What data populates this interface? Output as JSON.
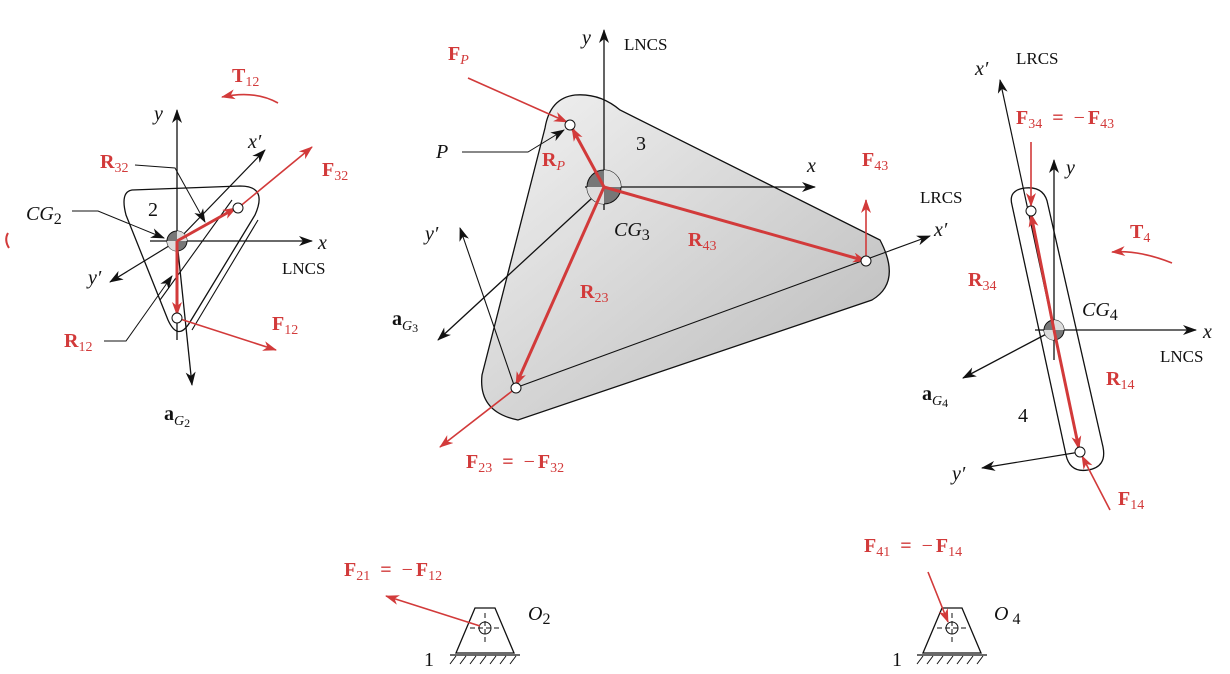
{
  "colors": {
    "force": "#d23a3a",
    "line": "#111111",
    "link_fill": "#d6d6d6"
  },
  "link2": {
    "T": "T",
    "T_sub": "12",
    "y": "y",
    "x": "x",
    "xp": "x′",
    "yp": "y′",
    "LNCS": "LNCS",
    "R32": "R",
    "R32_sub": "32",
    "F32": "F",
    "F32_sub": "32",
    "CG": "CG",
    "CG_sub": "2",
    "num": "2",
    "R12": "R",
    "R12_sub": "12",
    "F12": "F",
    "F12_sub": "12",
    "aG": "a",
    "aG_sub": "G",
    "aG_sub2": "2"
  },
  "link3": {
    "FP": "F",
    "FP_sub": "P",
    "y": "y",
    "LNCS": "LNCS",
    "P": "P",
    "num": "3",
    "RP": "R",
    "RP_sub": "P",
    "x": "x",
    "F43": "F",
    "F43_sub": "43",
    "LRCS": "LRCS",
    "xp": "x′",
    "yp": "y′",
    "CG": "CG",
    "CG_sub": "3",
    "R43": "R",
    "R43_sub": "43",
    "R23": "R",
    "R23_sub": "23",
    "aG": "a",
    "aG_sub": "G",
    "aG_sub2": "3",
    "F23": "F",
    "F23_sub": "23",
    "eq": "=",
    "neg": "−",
    "F32": "F",
    "F32_sub": "32"
  },
  "link4": {
    "xp": "x′",
    "LRCS": "LRCS",
    "F34": "F",
    "F34_sub": "34",
    "eq": "=",
    "neg": "−",
    "F43": "F",
    "F43_sub": "43",
    "y": "y",
    "T": "T",
    "T_sub": "4",
    "R34": "R",
    "R34_sub": "34",
    "CG": "CG",
    "CG_sub": "4",
    "x": "x",
    "LNCS": "LNCS",
    "aG": "a",
    "aG_sub": "G",
    "aG_sub2": "4",
    "R14": "R",
    "R14_sub": "14",
    "num": "4",
    "yp": "y′",
    "F14": "F",
    "F14_sub": "14"
  },
  "ground": {
    "F21": "F",
    "F21_sub": "21",
    "eq1": "=",
    "neg1": "−",
    "F12": "F",
    "F12_sub": "12",
    "O2": "O",
    "O2_sub": "2",
    "one_a": "1",
    "F41": "F",
    "F41_sub": "41",
    "eq2": "=",
    "neg2": "−",
    "F14": "F",
    "F14_sub": "14",
    "O4": "O",
    "O4_sub": "4",
    "one_b": "1"
  }
}
